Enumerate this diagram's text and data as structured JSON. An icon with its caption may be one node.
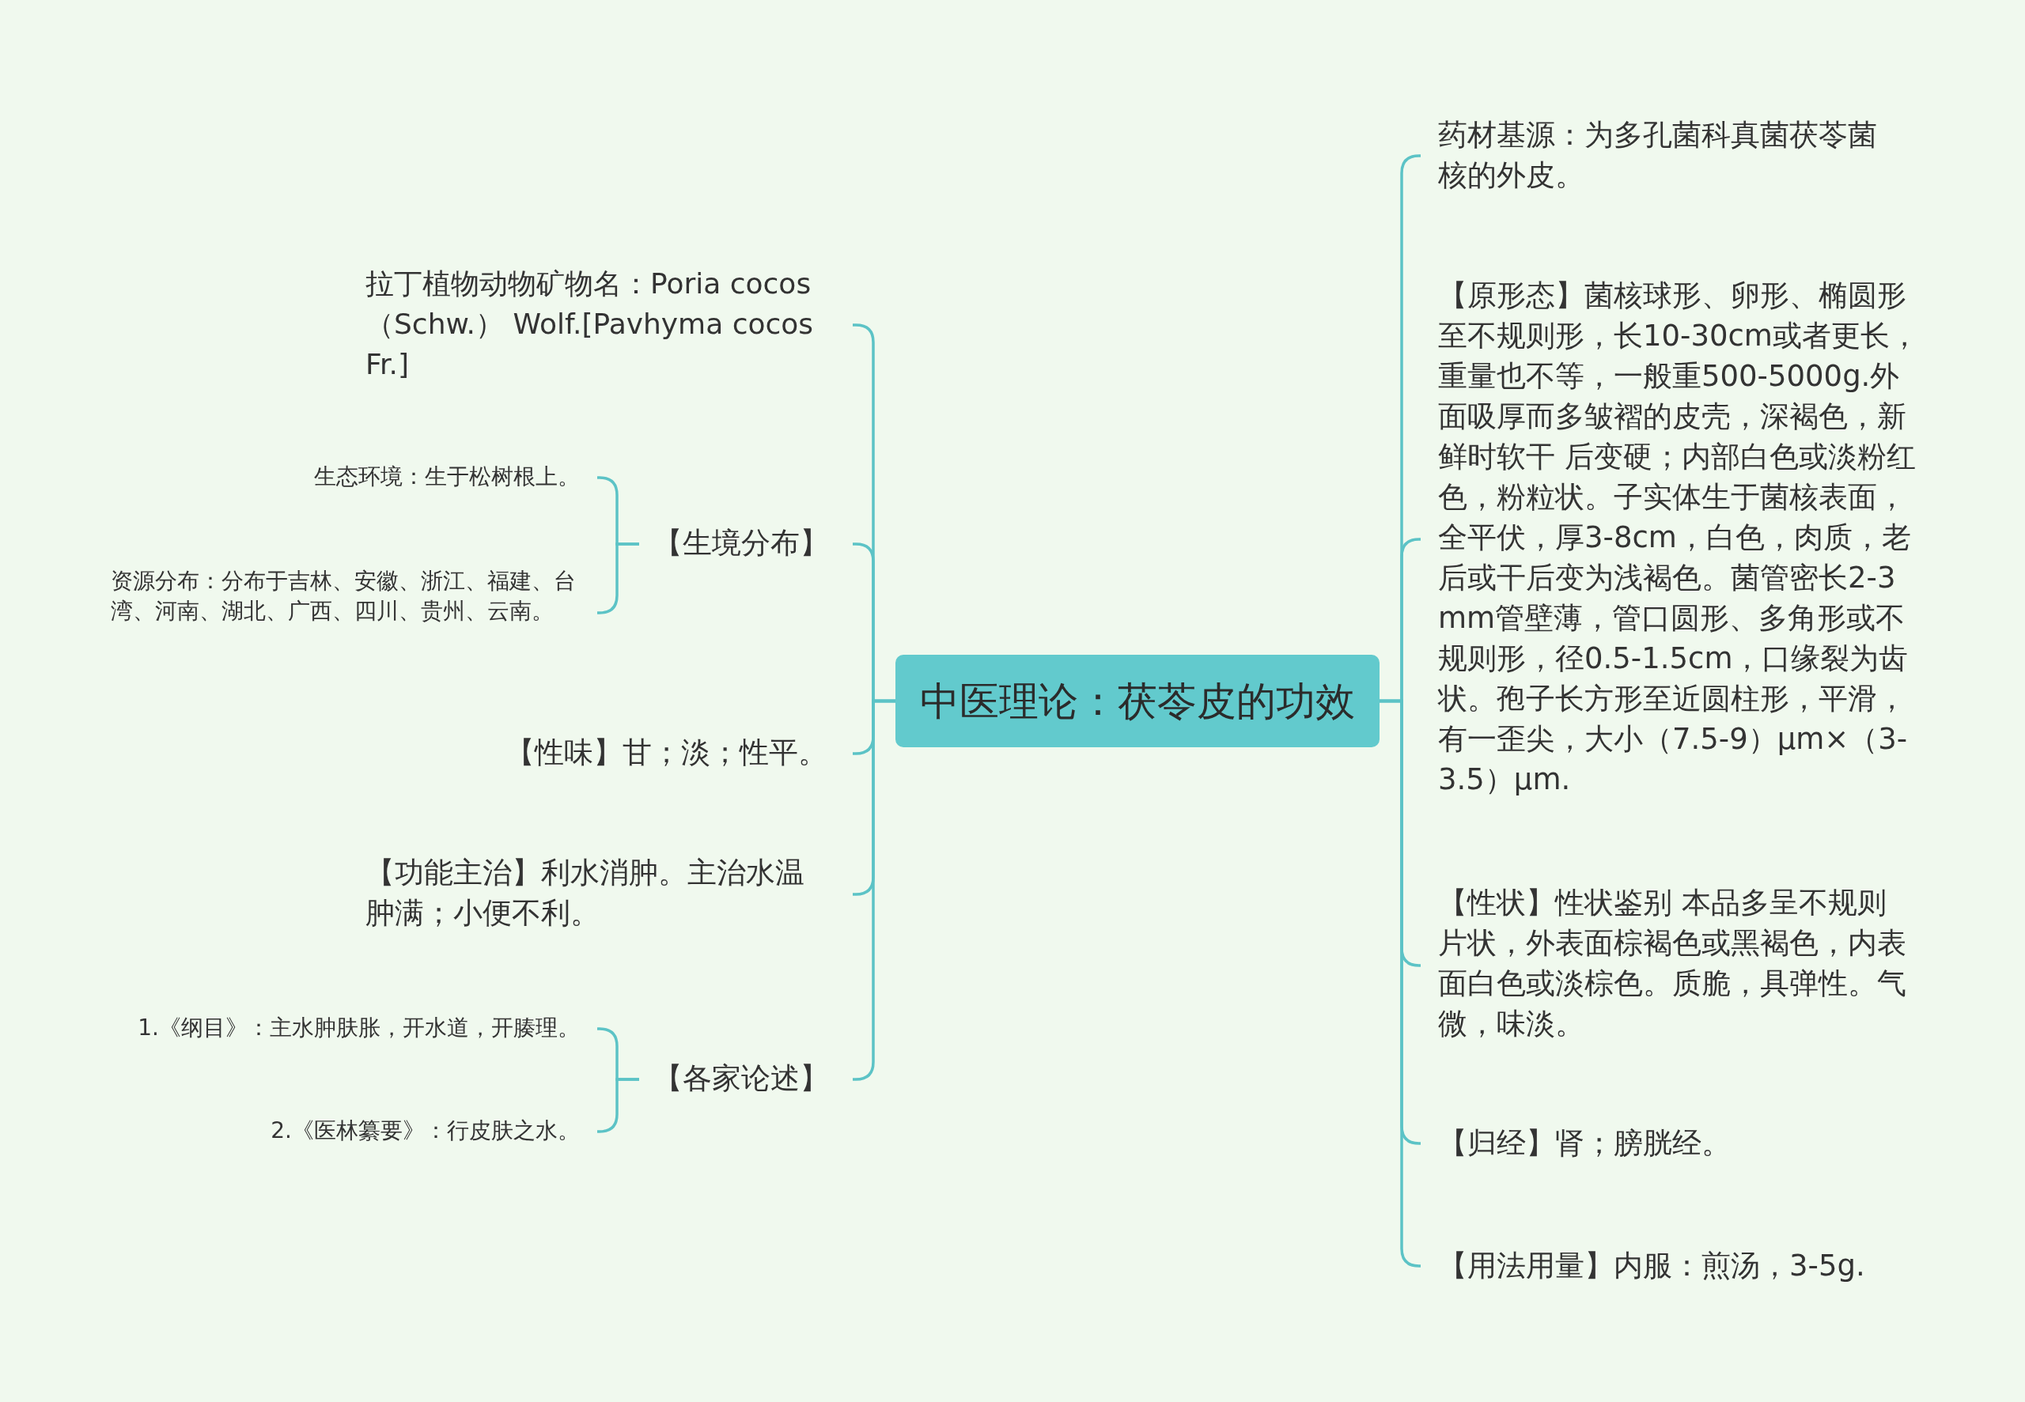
{
  "diagram": {
    "nodes": [
      {
        "text": [
          "中医理论：茯苓皮的功效"
        ]
      },
      {
        "text": [
          "拉丁植物动物矿物名：Poria cocos（Schw.） Wolf.[Pavhyma cocos Fr.]"
        ]
      },
      {
        "text": [
          "【生境分布】"
        ]
      },
      {
        "text": [
          "生态环境：生于松树根上。"
        ]
      },
      {
        "text": [
          "资源分布：分布于吉林、安徽、浙江、福建、台湾、河南、湖北、广西、四川、贵州、云南。"
        ]
      },
      {
        "text": [
          "【性味】甘；淡；性平。"
        ]
      },
      {
        "text": [
          "【功能主治】利水消肿。主治水温肿满；小便不利。"
        ]
      },
      {
        "text": [
          "【各家论述】"
        ]
      },
      {
        "text": [
          "1.《纲目》：主水肿肤胀，开水道，开腠理。"
        ]
      },
      {
        "text": [
          "2.《医林纂要》：行皮肤之水。"
        ]
      },
      {
        "text": [
          "药材基源：为多孔菌科真菌茯苓菌核的外皮。"
        ]
      },
      {
        "text": [
          "【原形态】菌核球形、卵形、椭圆形至不规则形，长10-30cm或者更长，重量也不等，一般重500-5000g.外面吸厚而多皱褶的皮壳，深褐色，新鲜时软干 后变硬；内部白色或淡粉红色，粉粒状。子实体生于菌核表面，全平伏，厚3-8cm，白色，肉质，老后或干后变为浅褐色。菌管密长2-3mm管壁薄，管口圆形、多角形或不规则形，径0.5-1.5cm，口缘裂为齿状。孢子长方形至近圆柱形，平滑，有一歪尖，大小（7.5-9）μm×（3-3.5）μm."
        ]
      },
      {
        "text": [
          "【性状】性状鉴别 本品多呈不规则片状，外表面棕褐色或黑褐色，内表面白色或淡棕色。质脆，具弹性。气微，味淡。"
        ]
      },
      {
        "text": [
          "【归经】肾；膀胱经。"
        ]
      },
      {
        "text": [
          "【用法用量】内服：煎汤，3-5g."
        ]
      }
    ],
    "edges": [
      {
        "from": 0,
        "to": 1,
        "arrow": "none"
      },
      {
        "from": 0,
        "to": 2,
        "arrow": "none"
      },
      {
        "from": 2,
        "to": 3,
        "arrow": "none"
      },
      {
        "from": 2,
        "to": 4,
        "arrow": "none"
      },
      {
        "from": 0,
        "to": 5,
        "arrow": "none"
      },
      {
        "from": 0,
        "to": 6,
        "arrow": "none"
      },
      {
        "from": 0,
        "to": 7,
        "arrow": "none"
      },
      {
        "from": 7,
        "to": 8,
        "arrow": "none"
      },
      {
        "from": 7,
        "to": 9,
        "arrow": "none"
      },
      {
        "from": 0,
        "to": 10,
        "arrow": "none"
      },
      {
        "from": 0,
        "to": 11,
        "arrow": "none"
      },
      {
        "from": 0,
        "to": 12,
        "arrow": "none"
      },
      {
        "from": 0,
        "to": 13,
        "arrow": "none"
      },
      {
        "from": 0,
        "to": 14,
        "arrow": "none"
      }
    ]
  }
}
